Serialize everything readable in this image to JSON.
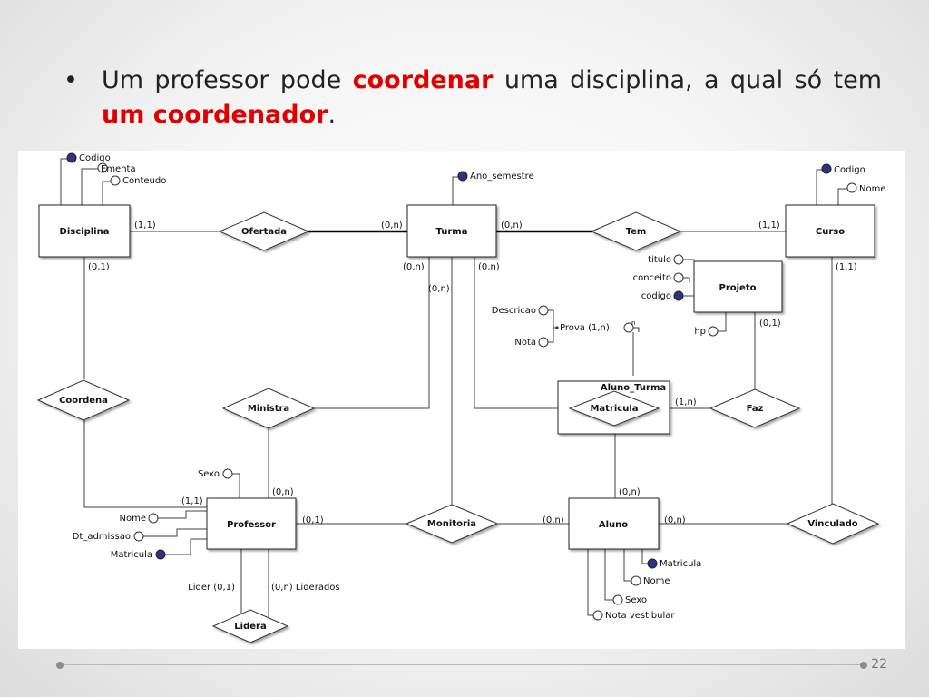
{
  "slide": {
    "bullet": {
      "before_1": "Um professor pode ",
      "highlight_1": "coordenar",
      "after_1": " uma disciplina, a qual só tem ",
      "highlight_2": "um coordenador",
      "after_2": "."
    },
    "page_number": "22",
    "highlight_color": "#e00000"
  },
  "diagram": {
    "entities": {
      "disciplina": "Disciplina",
      "turma": "Turma",
      "curso": "Curso",
      "projeto": "Projeto",
      "professor": "Professor",
      "aluno": "Aluno",
      "aluno_turma": "Aluno_Turma"
    },
    "relationships": {
      "ofertada": "Ofertada",
      "tem": "Tem",
      "coordena": "Coordena",
      "ministra": "Ministra",
      "matricula": "Matricula",
      "faz": "Faz",
      "monitoria": "Monitoria",
      "vinculado": "Vinculado",
      "lidera": "Lidera"
    },
    "attributes": {
      "disciplina_codigo": "Codigo",
      "disciplina_ementa": "Ementa",
      "disciplina_conteudo": "Conteudo",
      "turma_ano_semestre": "Ano_semestre",
      "curso_codigo": "Codigo",
      "curso_nome": "Nome",
      "projeto_titulo": "titulo",
      "projeto_conceito": "conceito",
      "projeto_codigo": "codigo",
      "projeto_hp": "hp",
      "prova": "Prova (1,n)",
      "prova_descricao": "Descricao",
      "prova_nota": "Nota",
      "prova_multi_marker": "n",
      "professor_sexo": "Sexo",
      "professor_nome": "Nome",
      "professor_dt_admissao": "Dt_admissao",
      "professor_matricula": "Matricula",
      "aluno_matricula": "Matricula",
      "aluno_nome": "Nome",
      "aluno_sexo": "Sexo",
      "aluno_nota_vestibular": "Nota vestibular"
    },
    "cardinalities": {
      "disciplina_ofertada": "(1,1)",
      "turma_ofertada": "(0,n)",
      "turma_tem": "(0,n)",
      "curso_tem": "(1,1)",
      "disciplina_coordena": "(0,1)",
      "turma_ministra": "(0,n)",
      "turma_monitoria": "(0,n)",
      "turma_matricula": "(0,n)",
      "curso_vinculado": "(1,1)",
      "projeto_faz": "(0,1)",
      "aluno_turma_faz": "(1,n)",
      "professor_coordena": "(1,1)",
      "professor_ministra": "(0,n)",
      "professor_monitoria": "(0,1)",
      "aluno_monitoria": "(0,n)",
      "aluno_matricula": "(0,n)",
      "aluno_vinculado": "(0,n)",
      "lider": "Lider (0,1)",
      "liderados": "(0,n) Liderados"
    }
  }
}
